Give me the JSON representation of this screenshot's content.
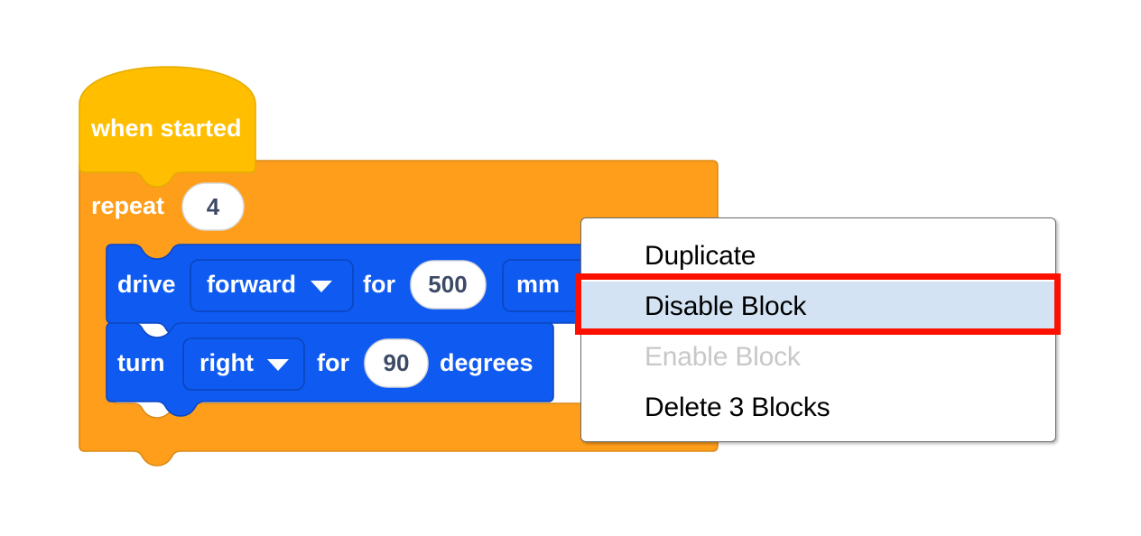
{
  "workspace": {
    "colors": {
      "hat_block": "#FFBF00",
      "hat_block_stroke": "#E0A800",
      "control_block": "#FF9E1B",
      "control_block_stroke": "#DB8A17",
      "motion_block": "#0F5BF1",
      "motion_block_stroke": "#0B47C2",
      "field_fill": "#FFFFFF",
      "field_text": "#3D4A66",
      "highlight_red": "#FC1000",
      "menu_selected_bg": "#D3E3F3",
      "menu_disabled_text": "#C8C8C8"
    },
    "blocks": [
      {
        "id": "when-started",
        "type": "hat",
        "label": "when started"
      },
      {
        "id": "repeat",
        "type": "c-block",
        "label": "repeat",
        "value": "4"
      },
      {
        "id": "drive",
        "type": "statement",
        "label": "drive",
        "direction_dropdown": "forward",
        "for_label": "for",
        "amount": "500",
        "unit_dropdown": "mm"
      },
      {
        "id": "turn",
        "type": "statement",
        "label": "turn",
        "direction_dropdown": "right",
        "for_label": "for",
        "amount": "90",
        "unit_label": "degrees"
      }
    ]
  },
  "context_menu": {
    "items": [
      {
        "id": "duplicate",
        "label": "Duplicate",
        "state": "normal"
      },
      {
        "id": "disable-block",
        "label": "Disable Block",
        "state": "selected"
      },
      {
        "id": "enable-block",
        "label": "Enable Block",
        "state": "disabled"
      },
      {
        "id": "delete-blocks",
        "label": "Delete 3 Blocks",
        "state": "normal"
      }
    ]
  },
  "annotation": {
    "target": "Disable Block"
  }
}
